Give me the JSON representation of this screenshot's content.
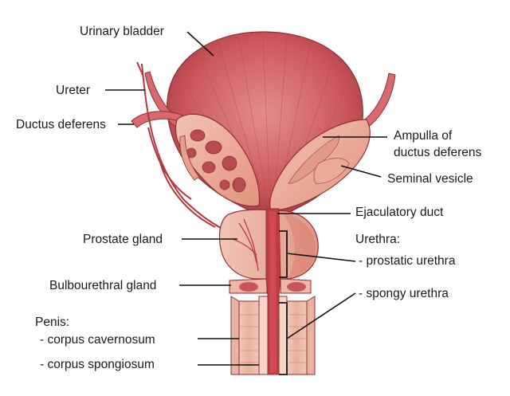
{
  "labels": {
    "urinary_bladder": "Urinary bladder",
    "ureter": "Ureter",
    "ductus_deferens": "Ductus deferens",
    "ampulla_line1": "Ampulla of",
    "ampulla_line2": "ductus deferens",
    "seminal_vesicle": "Seminal vesicle",
    "ejaculatory_duct": "Ejaculatory duct",
    "prostate_gland": "Prostate gland",
    "urethra": "Urethra:",
    "prostatic_urethra": "- prostatic urethra",
    "bulbourethral_gland": "Bulbourethral gland",
    "spongy_urethra": "- spongy urethra",
    "penis": "Penis:",
    "corpus_cavernosum": "- corpus cavernosum",
    "corpus_spongiosum": "- corpus spongiosum"
  },
  "colors": {
    "muscle": "#c9555a",
    "muscle_dark": "#a83a42",
    "muscle_light": "#e08a86",
    "gland_light": "#f0c2b4",
    "gland_mid": "#e8a594",
    "urethra": "#c23a44",
    "tissue_pale": "#f5d6c8"
  }
}
